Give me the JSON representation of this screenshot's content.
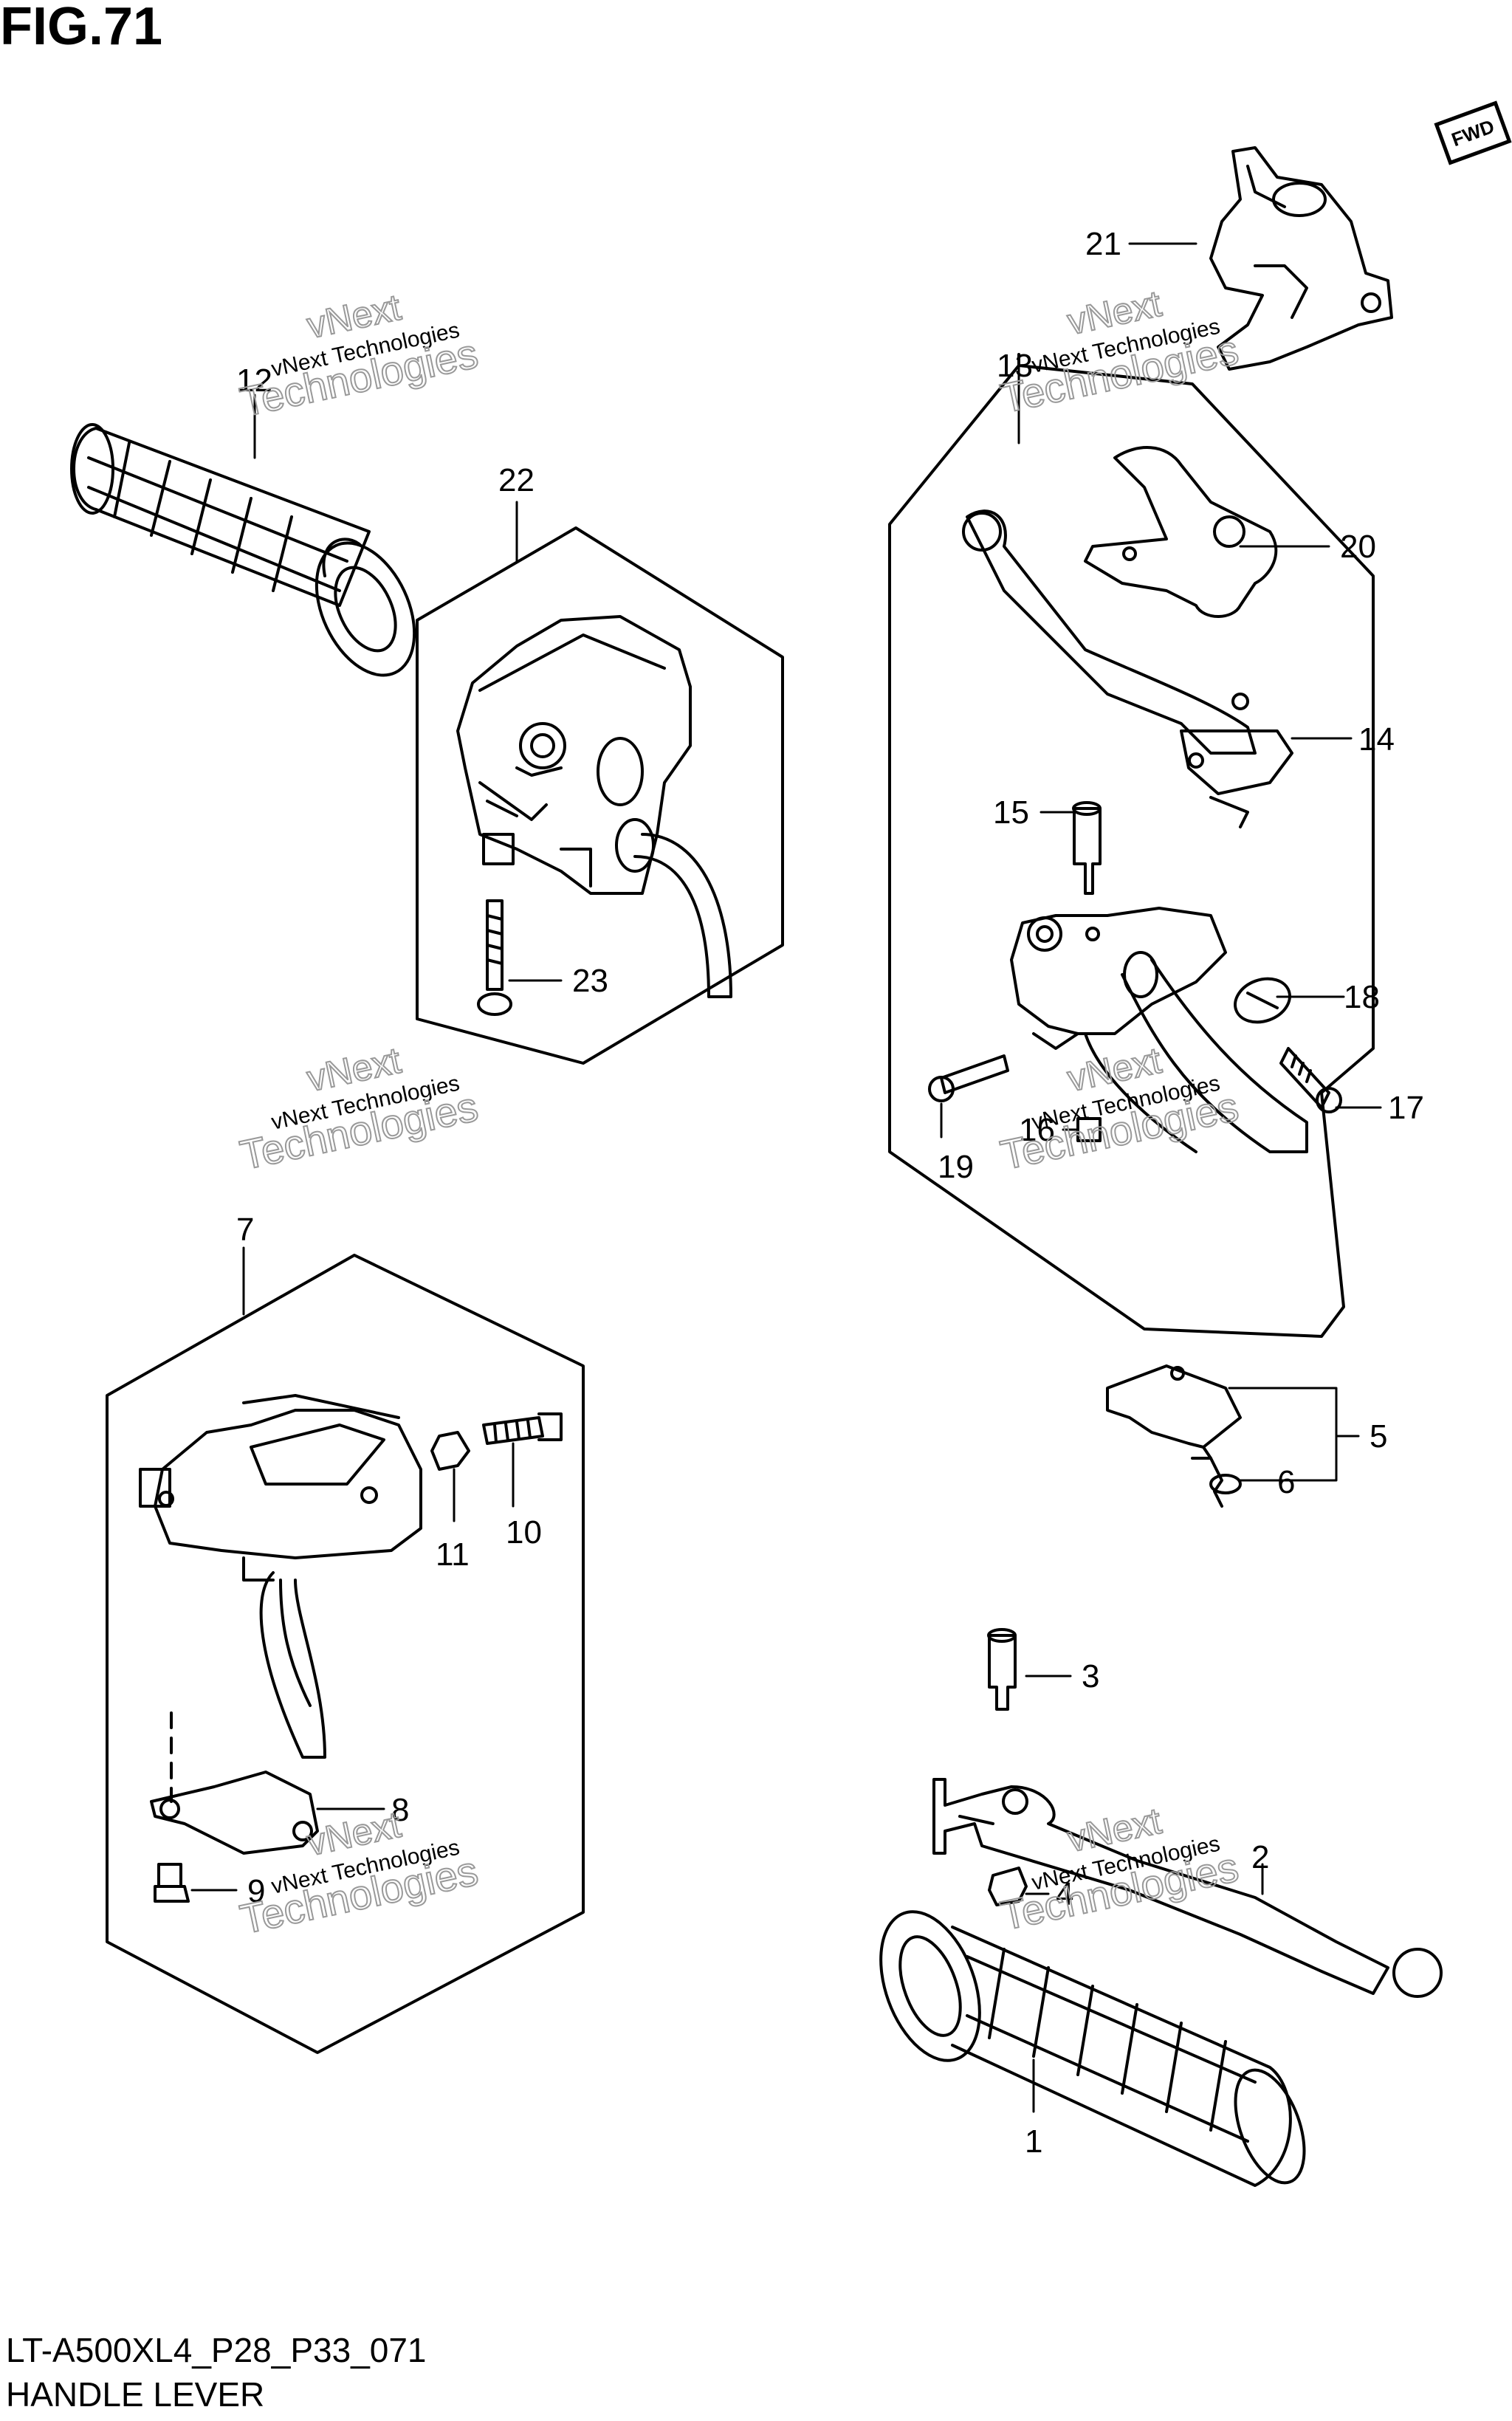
{
  "figure": {
    "title": "FIG.71",
    "fwd_label": "FWD",
    "drawing_code": "LT-A500XL4_P28_P33_071",
    "name": "HANDLE LEVER"
  },
  "watermark": {
    "line1": "vNext Technologies",
    "line2": "vNext",
    "line3": "Technologies"
  },
  "callouts": {
    "c1": "1",
    "c2": "2",
    "c3": "3",
    "c4": "4",
    "c5": "5",
    "c6": "6",
    "c7": "7",
    "c8": "8",
    "c9": "9",
    "c10": "10",
    "c11": "11",
    "c12": "12",
    "c13": "13",
    "c14": "14",
    "c15": "15",
    "c16": "16",
    "c17": "17",
    "c18": "18",
    "c19": "19",
    "c20": "20",
    "c21": "21",
    "c22": "22",
    "c23": "23"
  }
}
